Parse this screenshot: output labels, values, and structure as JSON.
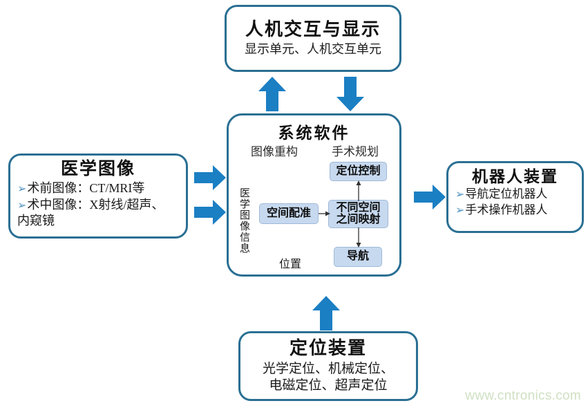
{
  "diagram": {
    "title_top": "人机交互与显示",
    "boxes": {
      "hmi": {
        "title": "人机交互与显示",
        "subtitle": "显示单元、人机交互单元"
      },
      "medical_image": {
        "title": "医学图像",
        "bullets": [
          "术前图像：CT/MRI等",
          "术中图像：X射线/超声、",
          "内窥镜"
        ],
        "bullet_mark": "➢"
      },
      "system_software": {
        "title": "系统软件",
        "column_left": "图像重构",
        "column_right": "手术规划",
        "vertical_label": "医学图像信息",
        "position_label": "位置",
        "inner": {
          "registration": "空间配准",
          "control": "定位控制",
          "mapping": "不同空间\n之间映射",
          "mapping_line1": "不同空间",
          "mapping_line2": "之间映射",
          "navigation": "导航"
        }
      },
      "robot": {
        "title": "机器人装置",
        "bullets": [
          "导航定位机器人",
          "手术操作机器人"
        ],
        "bullet_mark": "➢"
      },
      "locator": {
        "title": "定位装置",
        "subtitle_line1": "光学定位、机械定位、",
        "subtitle_line2": "电磁定位、超声定位"
      }
    },
    "arrows": {
      "up_to_hmi": "up-arrow-to-display",
      "down_from_hmi": "down-arrow-from-display",
      "image_to_system_1": "right-arrow-preop-image",
      "image_to_system_2": "right-arrow-intraop-image",
      "system_to_robot": "right-arrow-to-robot",
      "locator_to_system": "up-arrow-from-locator"
    },
    "colors": {
      "box_border": "#2a6f93",
      "arrow_blue": "#1b7fc3",
      "inner_box_fill": "#c7d9ef",
      "inner_box_border": "#9eb8d8",
      "watermark": "#cfe0c2"
    },
    "watermark": "www.cntronics.com"
  }
}
